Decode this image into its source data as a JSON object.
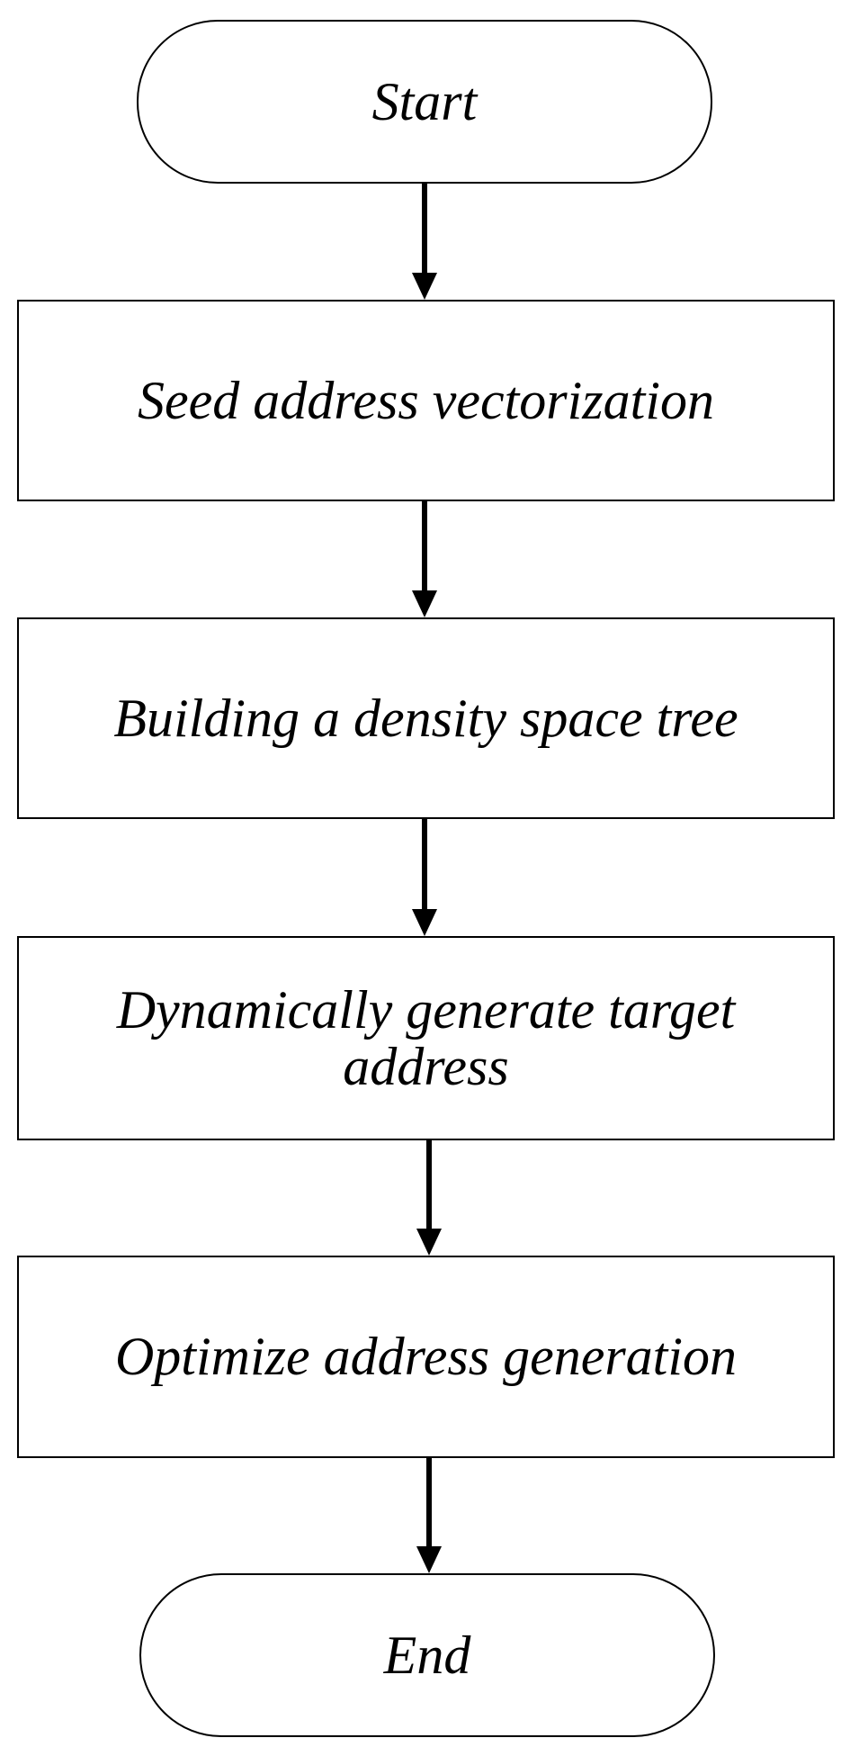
{
  "diagram": {
    "nodes": [
      {
        "id": "start",
        "shape": "terminal",
        "label": "Start"
      },
      {
        "id": "step1",
        "shape": "process",
        "label": "Seed address vectorization"
      },
      {
        "id": "step2",
        "shape": "process",
        "label": "Building a density space tree"
      },
      {
        "id": "step3",
        "shape": "process",
        "label": "Dynamically generate target\naddress"
      },
      {
        "id": "step4",
        "shape": "process",
        "label": "Optimize address generation"
      },
      {
        "id": "end",
        "shape": "terminal",
        "label": "End"
      }
    ],
    "edges": [
      {
        "from": "start",
        "to": "step1"
      },
      {
        "from": "step1",
        "to": "step2"
      },
      {
        "from": "step2",
        "to": "step3"
      },
      {
        "from": "step3",
        "to": "step4"
      },
      {
        "from": "step4",
        "to": "end"
      }
    ],
    "colors": {
      "stroke": "#000000",
      "fill": "#ffffff",
      "text": "#000000"
    }
  }
}
